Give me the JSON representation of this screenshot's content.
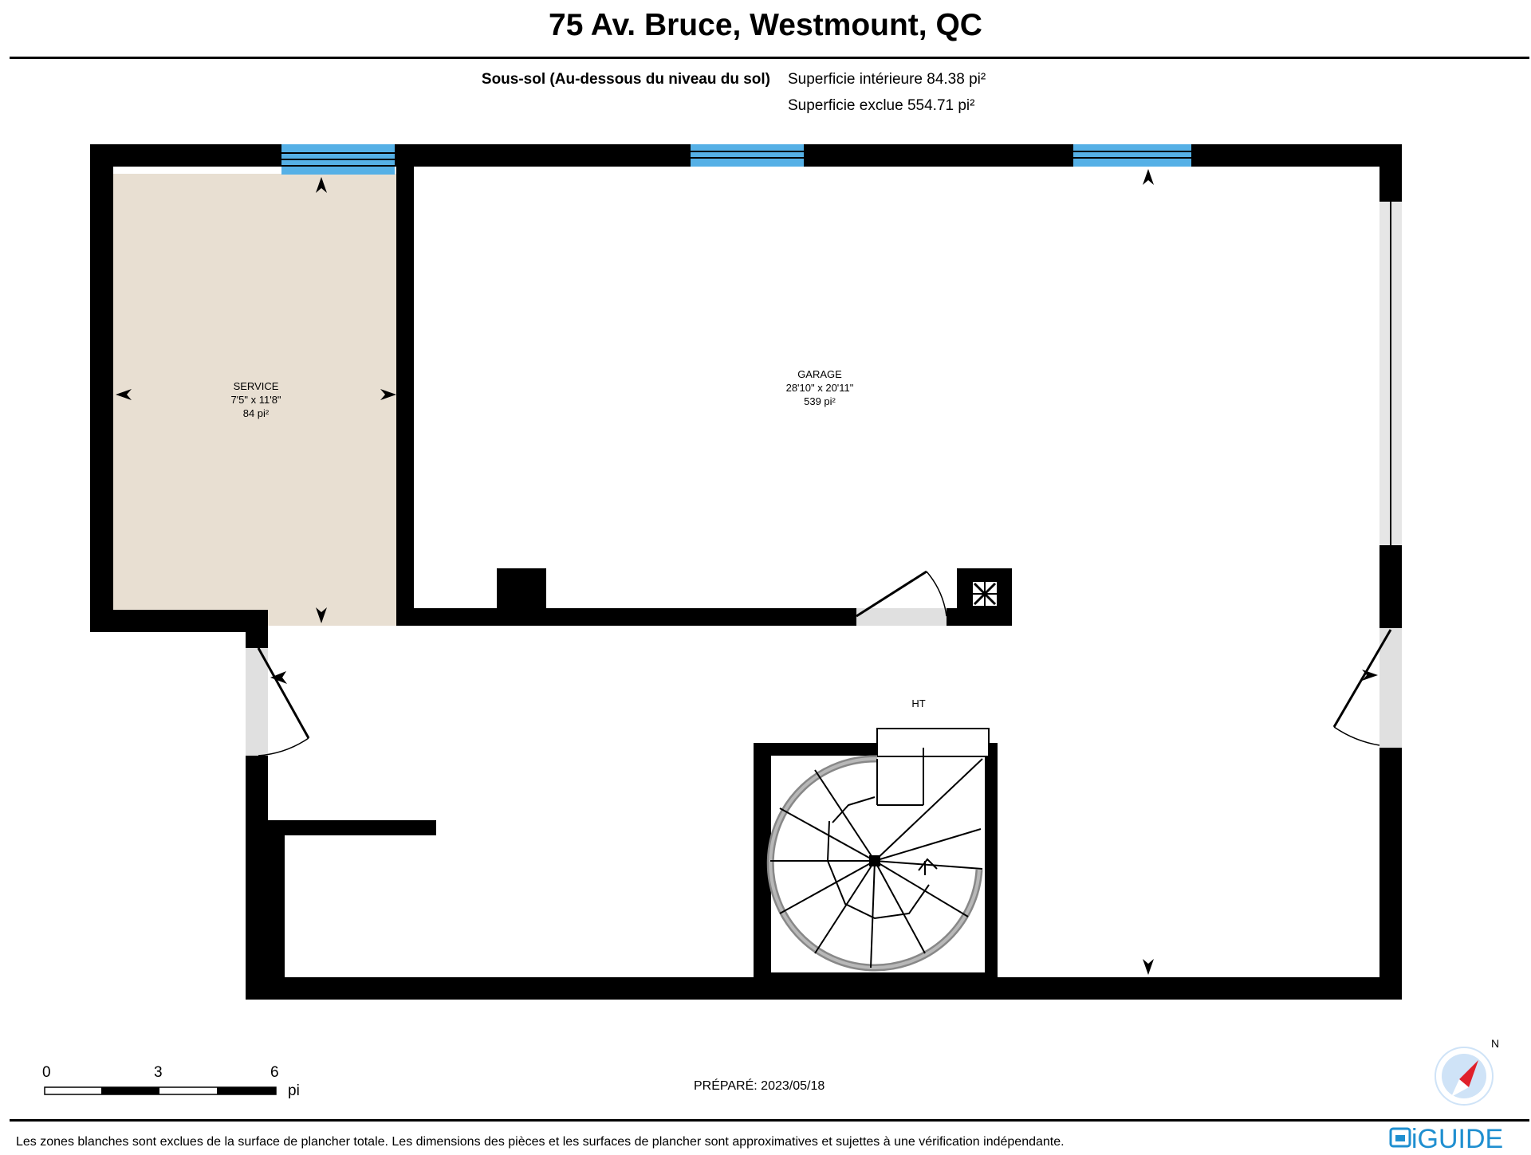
{
  "header": {
    "title": "75 Av. Bruce, Westmount, QC",
    "floor_name": "Sous-sol (Au-dessous du niveau du sol)",
    "interior_area": "Superficie intérieure 84.38 pi²",
    "excluded_area": "Superficie exclue 554.71 pi²"
  },
  "rooms": {
    "service": {
      "name": "SERVICE",
      "dims": "7'5\" x 11'8\"",
      "area": "84 pi²"
    },
    "garage": {
      "name": "GARAGE",
      "dims": "28'10\" x 20'11\"",
      "area": "539 pi²"
    },
    "ht": {
      "label": "HT"
    }
  },
  "scale_bar": {
    "labels": [
      "0",
      "3",
      "6"
    ],
    "unit": "pi"
  },
  "footer": {
    "prepared": "PRÉPARÉ: 2023/05/18",
    "disclaimer": "Les zones blanches sont exclues de la surface de plancher totale. Les dimensions des pièces et les surfaces de plancher sont approximatives et sujettes à une vérification indépendante.",
    "logo": "iGUIDE"
  },
  "compass": {
    "label": "N"
  },
  "colors": {
    "wall": "#000000",
    "service_fill": "#e8dfd2",
    "window": "#55b0e6",
    "door_opening": "#e0e0e0",
    "logo": "#1f8fd0",
    "compass_needle": "#e0202a",
    "compass_ring": "#cfe3f7"
  }
}
